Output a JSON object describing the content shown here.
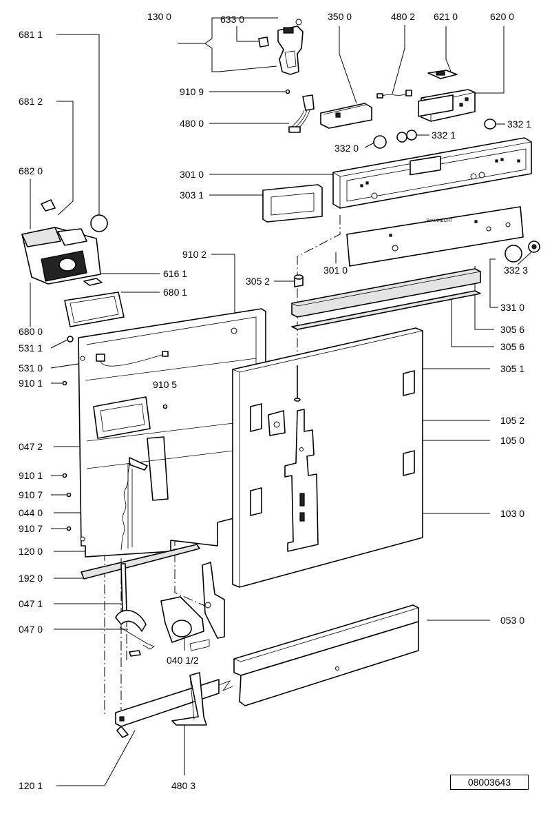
{
  "document_ref": "08003643",
  "callouts": [
    {
      "id": "c1300",
      "text": "130 0"
    },
    {
      "id": "c6330",
      "text": "633 0"
    },
    {
      "id": "c3500",
      "text": "350 0"
    },
    {
      "id": "c4802",
      "text": "480 2"
    },
    {
      "id": "c6210",
      "text": "621 0"
    },
    {
      "id": "c6200",
      "text": "620 0"
    },
    {
      "id": "c6811",
      "text": "681 1"
    },
    {
      "id": "c6812",
      "text": "681 2"
    },
    {
      "id": "c9109",
      "text": "910 9"
    },
    {
      "id": "c4800",
      "text": "480 0"
    },
    {
      "id": "c3321a",
      "text": "332 1"
    },
    {
      "id": "c3321b",
      "text": "332 1"
    },
    {
      "id": "c3320",
      "text": "332 0"
    },
    {
      "id": "c6820",
      "text": "682 0"
    },
    {
      "id": "c3010a",
      "text": "301 0"
    },
    {
      "id": "c3031",
      "text": "303 1"
    },
    {
      "id": "c9102",
      "text": "910 2"
    },
    {
      "id": "c6161",
      "text": "616 1"
    },
    {
      "id": "c3052",
      "text": "305 2"
    },
    {
      "id": "c3010b",
      "text": "301 0"
    },
    {
      "id": "c3323",
      "text": "332 3"
    },
    {
      "id": "c6801",
      "text": "680 1"
    },
    {
      "id": "c3310",
      "text": "331 0"
    },
    {
      "id": "c6800",
      "text": "680 0"
    },
    {
      "id": "c3056a",
      "text": "305 6"
    },
    {
      "id": "c5311",
      "text": "531 1"
    },
    {
      "id": "c3056b",
      "text": "305 6"
    },
    {
      "id": "c5310",
      "text": "531 0"
    },
    {
      "id": "c3051",
      "text": "305 1"
    },
    {
      "id": "c9101a",
      "text": "910 1"
    },
    {
      "id": "c9105",
      "text": "910 5"
    },
    {
      "id": "c1052",
      "text": "105 2"
    },
    {
      "id": "c0472",
      "text": "047 2"
    },
    {
      "id": "c1050",
      "text": "105 0"
    },
    {
      "id": "c9101b",
      "text": "910 1"
    },
    {
      "id": "c9107a",
      "text": "910 7"
    },
    {
      "id": "c0440",
      "text": "044 0"
    },
    {
      "id": "c1030",
      "text": "103 0"
    },
    {
      "id": "c9107b",
      "text": "910 7"
    },
    {
      "id": "c1200",
      "text": "120 0"
    },
    {
      "id": "c1920",
      "text": "192 0"
    },
    {
      "id": "c0471",
      "text": "047 1"
    },
    {
      "id": "c0470",
      "text": "047 0"
    },
    {
      "id": "c0530",
      "text": "053 0"
    },
    {
      "id": "c04012",
      "text": "040 1/2"
    },
    {
      "id": "c1201",
      "text": "120 1"
    },
    {
      "id": "c4803",
      "text": "480 3"
    }
  ]
}
